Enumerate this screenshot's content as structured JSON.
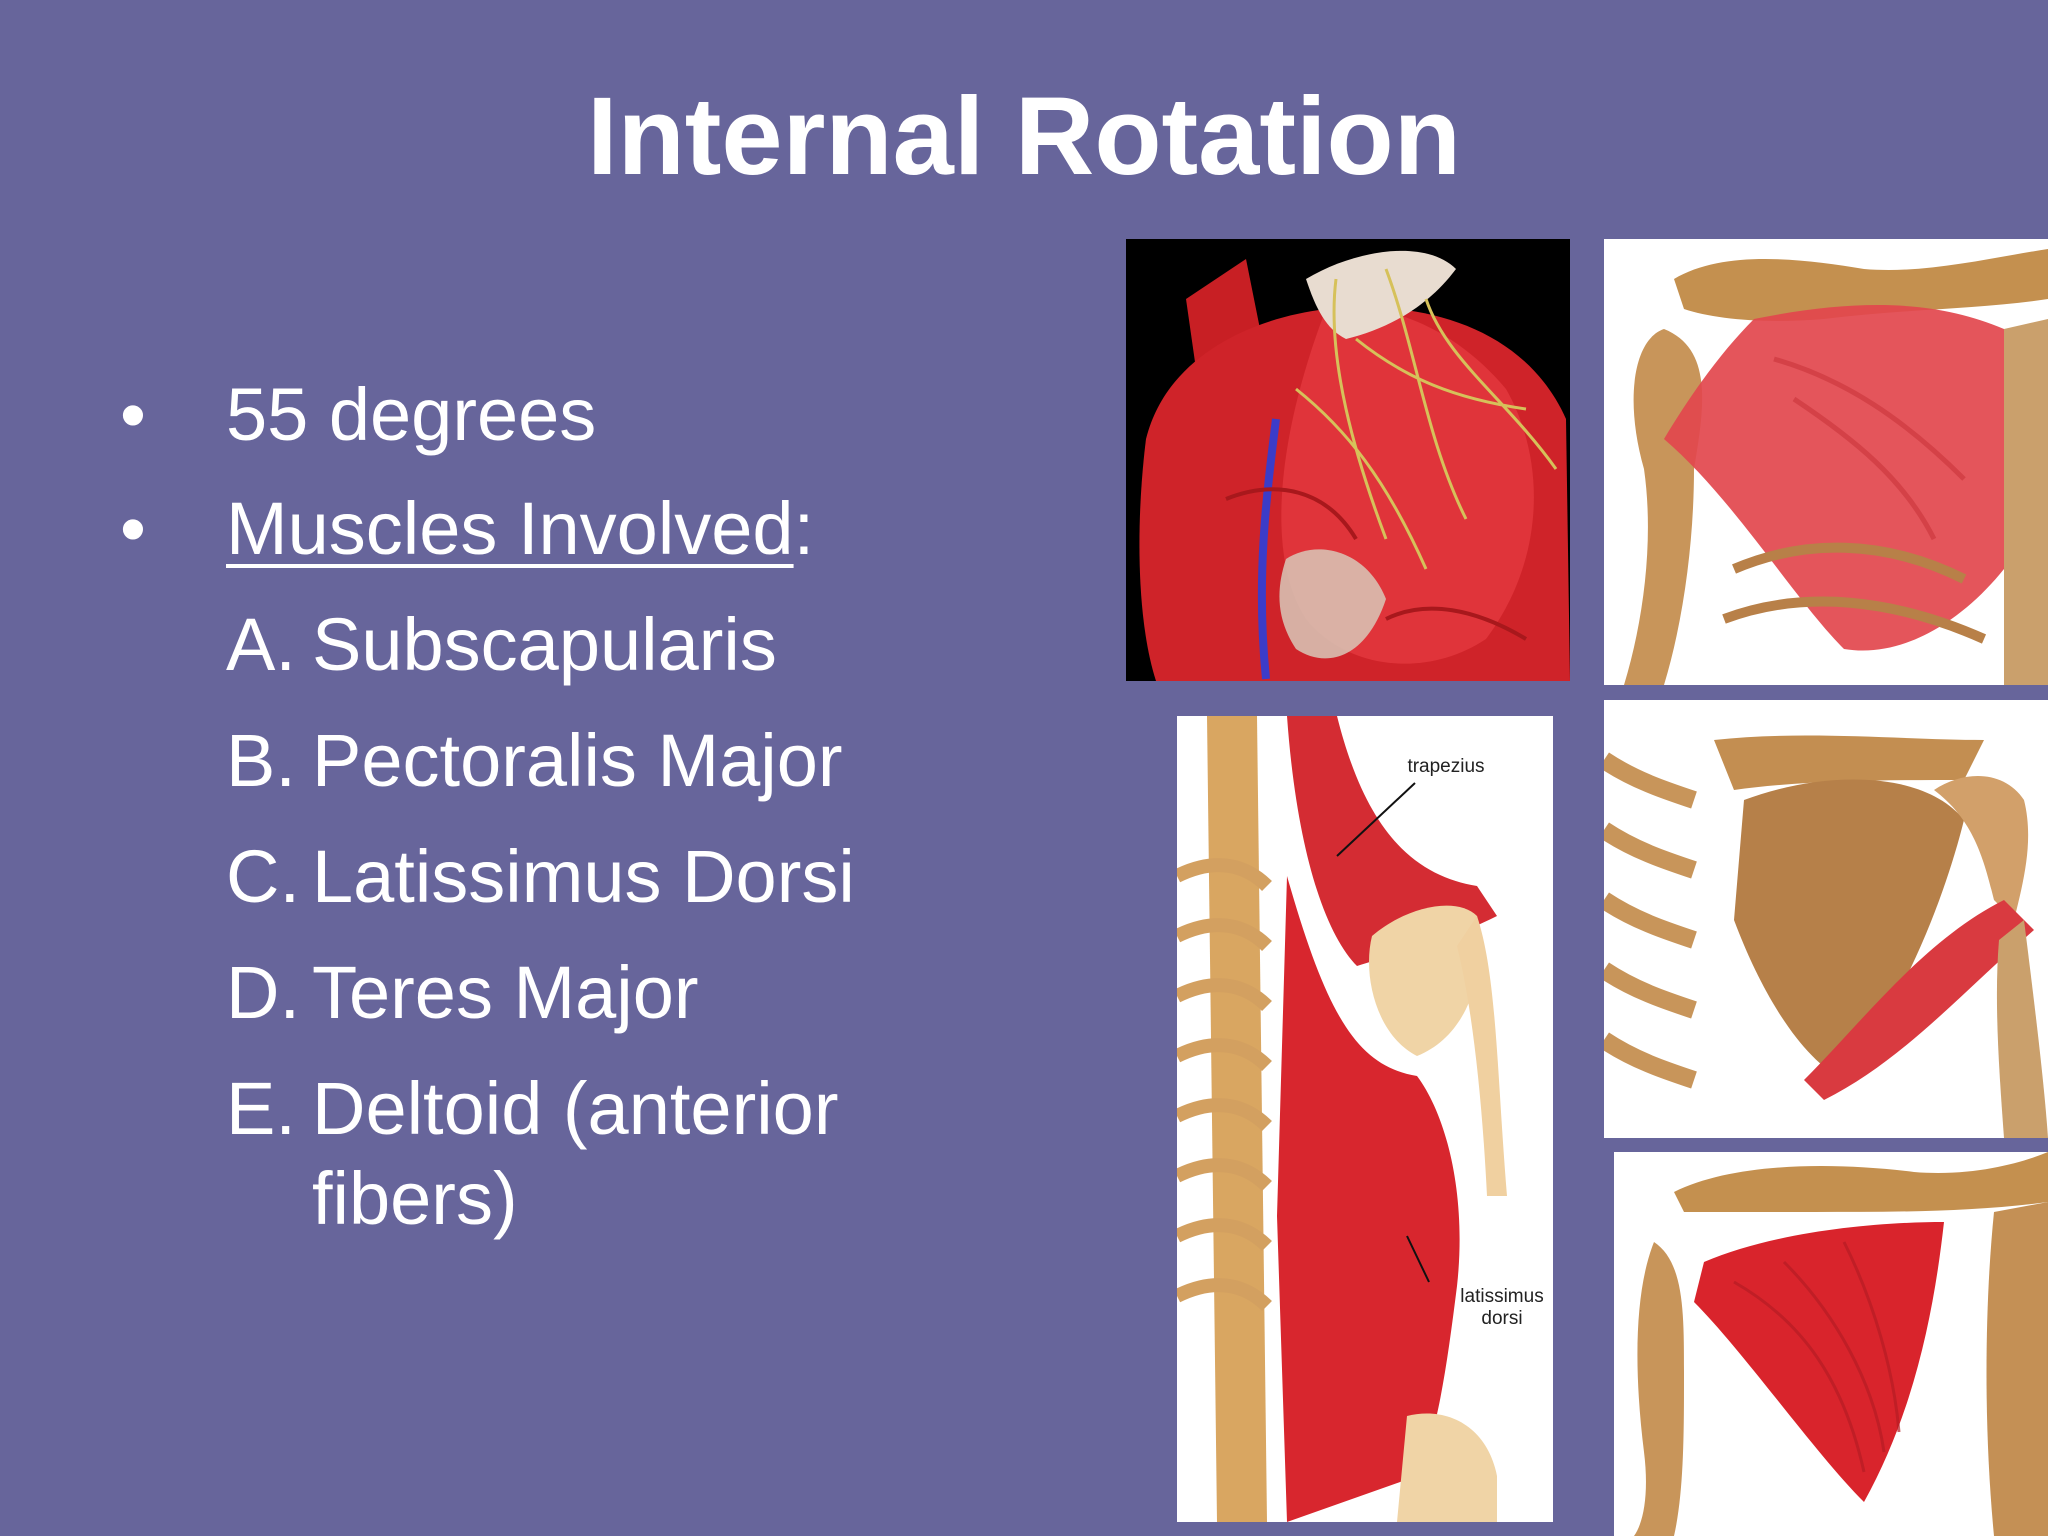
{
  "slide": {
    "title": "Internal Rotation",
    "bullets": [
      "55 degrees",
      "Muscles Involved"
    ],
    "bullet_suffix": ":",
    "muscles": [
      {
        "letter": "A.",
        "name": "Subscapularis"
      },
      {
        "letter": "B.",
        "name": "Pectoralis Major"
      },
      {
        "letter": "C.",
        "name": "Latissimus Dorsi"
      },
      {
        "letter": "D.",
        "name": "Teres Major"
      },
      {
        "letter": "E.",
        "name": "Deltoid (anterior fibers)"
      }
    ]
  },
  "figures": {
    "trapezius_label": "trapezius",
    "latissimus_label_line1": "latissimus",
    "latissimus_label_line2": "dorsi"
  },
  "colors": {
    "background": "#67659b",
    "muscle": "#d8222c",
    "bone": "#c8955a"
  }
}
